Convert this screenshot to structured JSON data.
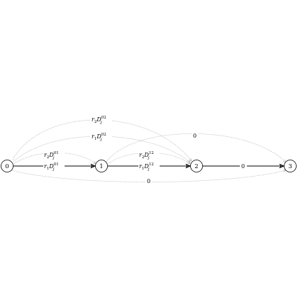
{
  "nodes": [
    {
      "id": "0",
      "label": "0"
    },
    {
      "id": "1",
      "label": "1"
    },
    {
      "id": "2",
      "label": "2"
    },
    {
      "id": "3",
      "label": "3"
    }
  ],
  "edges": [
    {
      "id": "e01",
      "from": "0",
      "to": "1",
      "style": "solid",
      "label": {
        "coef": "r",
        "coef_sub": "1",
        "base": "D",
        "sup": "01",
        "sub": "j"
      }
    },
    {
      "id": "e12",
      "from": "1",
      "to": "2",
      "style": "solid",
      "label": {
        "coef": "r",
        "coef_sub": "1",
        "base": "D",
        "sup": "12",
        "sub": "j"
      }
    },
    {
      "id": "e23",
      "from": "2",
      "to": "3",
      "style": "solid",
      "label": {
        "text": "0"
      }
    },
    {
      "id": "e01b",
      "from": "0",
      "to": "1",
      "style": "dotted",
      "label": {
        "coef": "r",
        "coef_sub": "2",
        "base": "D",
        "sup": "01",
        "sub": "j"
      }
    },
    {
      "id": "e12b",
      "from": "1",
      "to": "2",
      "style": "dotted",
      "label": {
        "coef": "r",
        "coef_sub": "2",
        "base": "D",
        "sup": "12",
        "sub": "j"
      }
    },
    {
      "id": "e02a",
      "from": "0",
      "to": "2",
      "style": "dotted",
      "label": {
        "coef": "r",
        "coef_sub": "1",
        "base": "D",
        "sup": "02",
        "sub": "j"
      }
    },
    {
      "id": "e02b",
      "from": "0",
      "to": "2",
      "style": "dotted",
      "label": {
        "coef": "r",
        "coef_sub": "2",
        "base": "D",
        "sup": "02",
        "sub": "j"
      }
    },
    {
      "id": "e13",
      "from": "1",
      "to": "3",
      "style": "dotted",
      "label": {
        "text": "0"
      }
    },
    {
      "id": "e03",
      "from": "0",
      "to": "3",
      "style": "dotted",
      "label": {
        "text": "0"
      }
    }
  ],
  "colors": {
    "solid_edge": "#000000",
    "dotted_edge": "#9a9a9a",
    "node_stroke": "#000000"
  }
}
